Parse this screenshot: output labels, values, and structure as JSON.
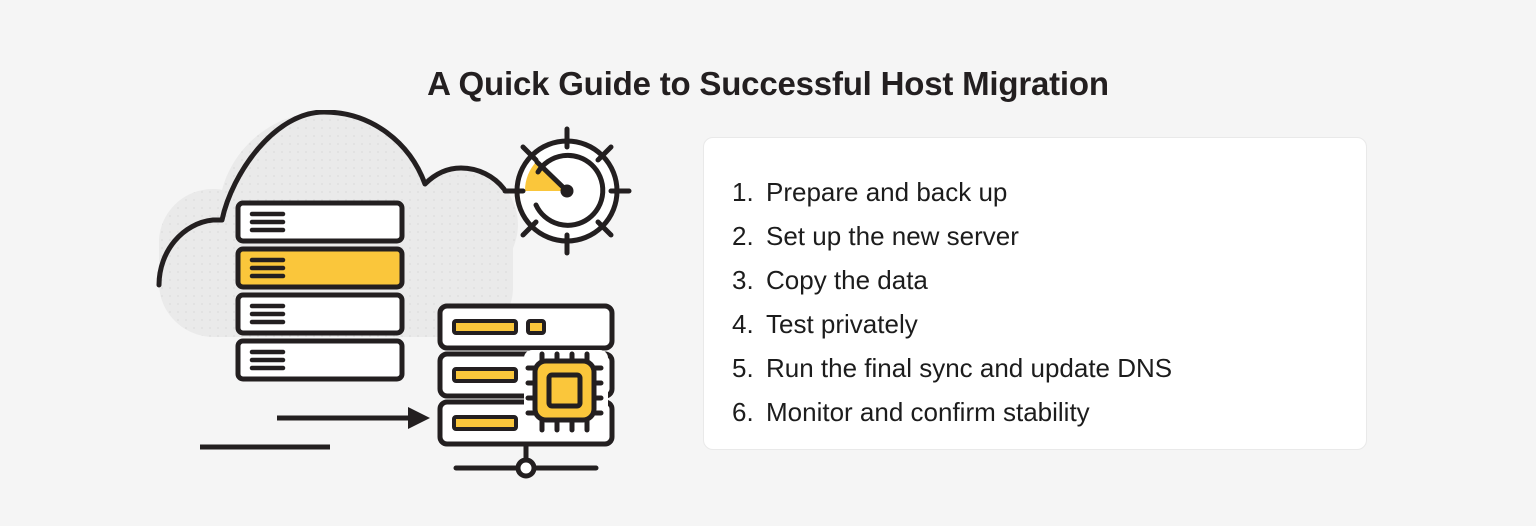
{
  "page": {
    "background_color": "#F5F5F5",
    "title": "A Quick Guide to Successful Host Migration"
  },
  "theme": {
    "accent_color": "#FAC63B",
    "ink_color": "#231F20",
    "cloud_fill": "#EAEAEA",
    "card_background": "#FFFFFF",
    "card_border": "#E9E9E9"
  },
  "illustration": {
    "name": "cloud-server-migration-illustration",
    "parts": [
      {
        "name": "cloud-shape",
        "label": "Cloud"
      },
      {
        "name": "cloud-server-stack",
        "label": "Stacked server bars",
        "count": 4,
        "highlighted_index": 2
      },
      {
        "name": "clock-gauge-icon",
        "label": "Clock / timer gauge"
      },
      {
        "name": "migration-arrow",
        "label": "Migration arrow pointing right"
      },
      {
        "name": "destination-server-rack",
        "label": "Destination server rack",
        "units": 3
      },
      {
        "name": "cpu-chip-icon",
        "label": "CPU chip"
      },
      {
        "name": "network-connector",
        "label": "Network connector node"
      }
    ]
  },
  "steps_card": {
    "name": "migration-steps-card",
    "steps": [
      {
        "num": "1.",
        "text": "Prepare and back up"
      },
      {
        "num": "2.",
        "text": "Set up the new server"
      },
      {
        "num": "3.",
        "text": "Copy the data"
      },
      {
        "num": "4.",
        "text": "Test privately"
      },
      {
        "num": "5.",
        "text": "Run the final sync and update DNS"
      },
      {
        "num": "6.",
        "text": "Monitor and confirm stability"
      }
    ]
  }
}
